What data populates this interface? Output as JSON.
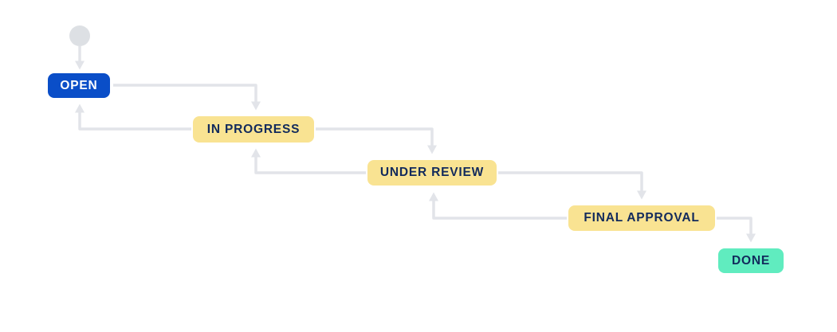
{
  "diagram": {
    "type": "workflow",
    "start_node": {
      "shape": "circle",
      "color": "#DDE0E4"
    },
    "nodes": [
      {
        "id": "open",
        "label": "OPEN",
        "colors": {
          "bg": "#0A4EC8",
          "fg": "#FFFFFF"
        }
      },
      {
        "id": "in-progress",
        "label": "IN PROGRESS",
        "colors": {
          "bg": "#F9E392",
          "fg": "#122A5C"
        }
      },
      {
        "id": "under-review",
        "label": "UNDER REVIEW",
        "colors": {
          "bg": "#F9E392",
          "fg": "#122A5C"
        }
      },
      {
        "id": "final-approval",
        "label": "FINAL APPROVAL",
        "colors": {
          "bg": "#F9E392",
          "fg": "#122A5C"
        }
      },
      {
        "id": "done",
        "label": "DONE",
        "colors": {
          "bg": "#60ECBF",
          "fg": "#122A5C"
        }
      }
    ],
    "transitions": [
      {
        "from": "start",
        "to": "open"
      },
      {
        "from": "open",
        "to": "in-progress"
      },
      {
        "from": "in-progress",
        "to": "open"
      },
      {
        "from": "in-progress",
        "to": "under-review"
      },
      {
        "from": "under-review",
        "to": "in-progress"
      },
      {
        "from": "under-review",
        "to": "final-approval"
      },
      {
        "from": "final-approval",
        "to": "under-review"
      },
      {
        "from": "final-approval",
        "to": "done"
      }
    ],
    "colors": {
      "connector_line": "#E2E4E9",
      "canvas_bg": "#FFFFFF"
    }
  }
}
